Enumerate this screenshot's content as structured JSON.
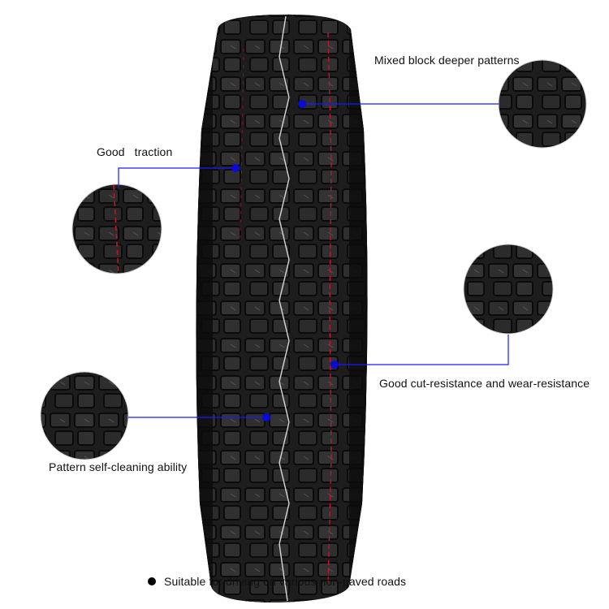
{
  "callouts": {
    "mixed_block": "Mixed block deeper patterns",
    "traction": "Good   traction",
    "cut_resistance": "Good cut-resistance and wear-resistance",
    "self_cleaning": "Pattern self-cleaning ability"
  },
  "footer": {
    "note": "Suitable for driving on various non-paved roads"
  },
  "colors": {
    "leader_line": "#1a1aff",
    "dot": "#0a0ad6",
    "tread_rubber": "#1b1b1b",
    "red_line": "#c8102e"
  }
}
